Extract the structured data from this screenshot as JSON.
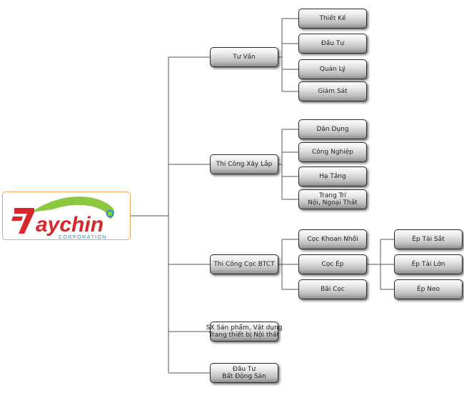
{
  "logo": {
    "name": "aychin",
    "tagline": "CORPORATION",
    "colors": {
      "red": "#d9262c",
      "green": "#8dc63f",
      "blue": "#1e90c8"
    }
  },
  "categories": [
    {
      "id": "tu-van",
      "label": [
        "Tư Vấn"
      ],
      "children": [
        {
          "id": "thiet-ke",
          "label": [
            "Thiết Kế"
          ]
        },
        {
          "id": "dau-tu",
          "label": [
            "Đầu Tư"
          ]
        },
        {
          "id": "quan-ly",
          "label": [
            "Quản Lý"
          ]
        },
        {
          "id": "giam-sat",
          "label": [
            "Giám Sát"
          ]
        }
      ]
    },
    {
      "id": "thi-cong-xay-lap",
      "label": [
        "Thi Công Xây Lắp"
      ],
      "children": [
        {
          "id": "dan-dung",
          "label": [
            "Dân Dụng"
          ]
        },
        {
          "id": "cong-nghiep",
          "label": [
            "Công Nghiệp"
          ]
        },
        {
          "id": "ha-tang",
          "label": [
            "Hạ Tầng"
          ]
        },
        {
          "id": "trang-tri",
          "label": [
            "Trang Trí",
            "Nội, Ngoại Thất"
          ]
        }
      ]
    },
    {
      "id": "thi-cong-coc-btct",
      "label": [
        "Thi Công Cọc BTCT"
      ],
      "children": [
        {
          "id": "coc-khoan-nhoi",
          "label": [
            "Cọc Khoan Nhồi"
          ]
        },
        {
          "id": "coc-ep",
          "label": [
            "Cọc Ép"
          ],
          "children": [
            {
              "id": "ep-tai-sat",
              "label": [
                "Ép Tải Sắt"
              ]
            },
            {
              "id": "ep-tai-lon",
              "label": [
                "Ép Tải Lớn"
              ]
            },
            {
              "id": "ep-neo",
              "label": [
                "Ép Neo"
              ]
            }
          ]
        },
        {
          "id": "bai-coc",
          "label": [
            "Bãi Cọc"
          ]
        }
      ]
    },
    {
      "id": "sx-san-pham",
      "label": [
        "SX Sản phẩm, Vật dụng",
        "Trang thiết bị Nội thất"
      ],
      "children": []
    },
    {
      "id": "dau-tu-bds",
      "label": [
        "Đầu Tư",
        "Bất Động Sản"
      ],
      "children": []
    }
  ],
  "style": {
    "line_color": "#555555"
  }
}
